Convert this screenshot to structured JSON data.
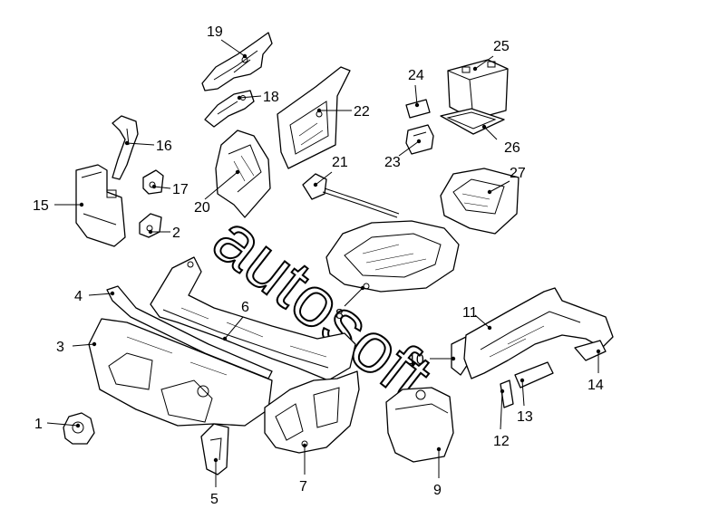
{
  "watermark": "autosoft",
  "callouts": [
    "1",
    "2",
    "3",
    "4",
    "5",
    "6",
    "7",
    "8",
    "9",
    "10",
    "11",
    "12",
    "13",
    "14",
    "15",
    "16",
    "17",
    "18",
    "19",
    "20",
    "21",
    "22",
    "23",
    "24",
    "25",
    "26",
    "27"
  ]
}
